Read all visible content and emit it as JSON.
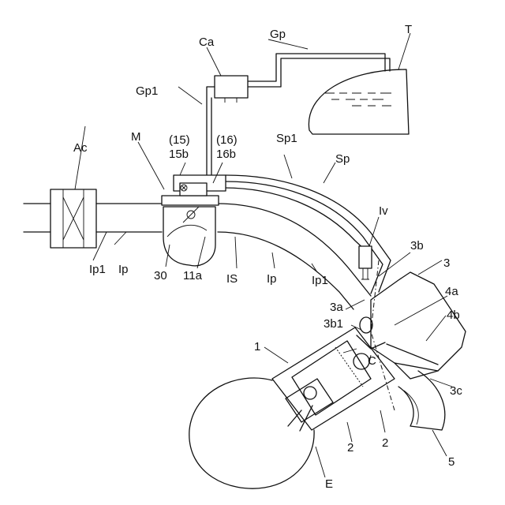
{
  "labels": {
    "gp": "Gp",
    "t": "T",
    "ca": "Ca",
    "gp1": "Gp1",
    "m": "M",
    "l15": "(15)",
    "l15b": "15b",
    "l16": "(16)",
    "l16b": "16b",
    "sp1": "Sp1",
    "sp": "Sp",
    "ac": "Ac",
    "iv": "Iv",
    "l3b": "3b",
    "l3": "3",
    "ip1_left": "Ip1",
    "ip_left": "Ip",
    "l30": "30",
    "l11a": "11a",
    "is": "IS",
    "ip_mid": "Ip",
    "ip1_mid": "Ip1",
    "l4a": "4a",
    "l3a": "3a",
    "l4b": "4b",
    "l3b1": "3b1",
    "l1": "1",
    "c": "C",
    "l3c": "3c",
    "l2a": "2",
    "l2b": "2",
    "l5": "5",
    "e": "E"
  }
}
